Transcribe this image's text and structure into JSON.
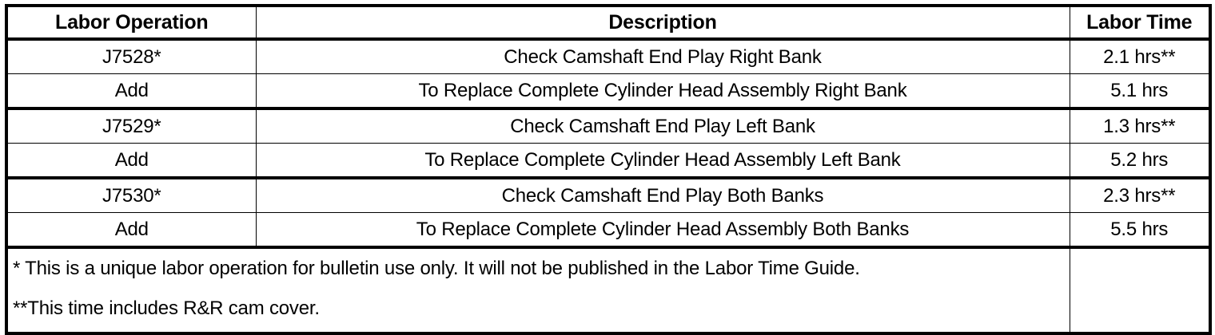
{
  "table": {
    "columns": [
      {
        "key": "operation",
        "label": "Labor Operation"
      },
      {
        "key": "description",
        "label": "Description"
      },
      {
        "key": "time",
        "label": "Labor Time"
      }
    ],
    "rows": [
      {
        "operation": "J7528*",
        "description": "Check Camshaft End Play Right Bank",
        "time": "2.1 hrs**"
      },
      {
        "operation": "Add",
        "description": "To Replace Complete Cylinder Head Assembly Right Bank",
        "time": "5.1 hrs"
      },
      {
        "operation": "J7529*",
        "description": "Check Camshaft End Play Left Bank",
        "time": "1.3 hrs**"
      },
      {
        "operation": "Add",
        "description": "To Replace Complete Cylinder Head Assembly Left Bank",
        "time": "5.2 hrs"
      },
      {
        "operation": "J7530*",
        "description": "Check Camshaft End Play Both Banks",
        "time": "2.3 hrs**"
      },
      {
        "operation": "Add",
        "description": "To Replace Complete Cylinder Head Assembly Both Banks",
        "time": "5.5 hrs"
      }
    ],
    "footnotes": {
      "single_asterisk": "* This is a unique labor operation for bulletin use only. It will not be published in the Labor Time Guide.",
      "double_asterisk": "**This time includes R&R cam cover.",
      "time_cell": ""
    }
  },
  "colors": {
    "text": "#000000",
    "background": "#ffffff",
    "rule": "#000000"
  }
}
